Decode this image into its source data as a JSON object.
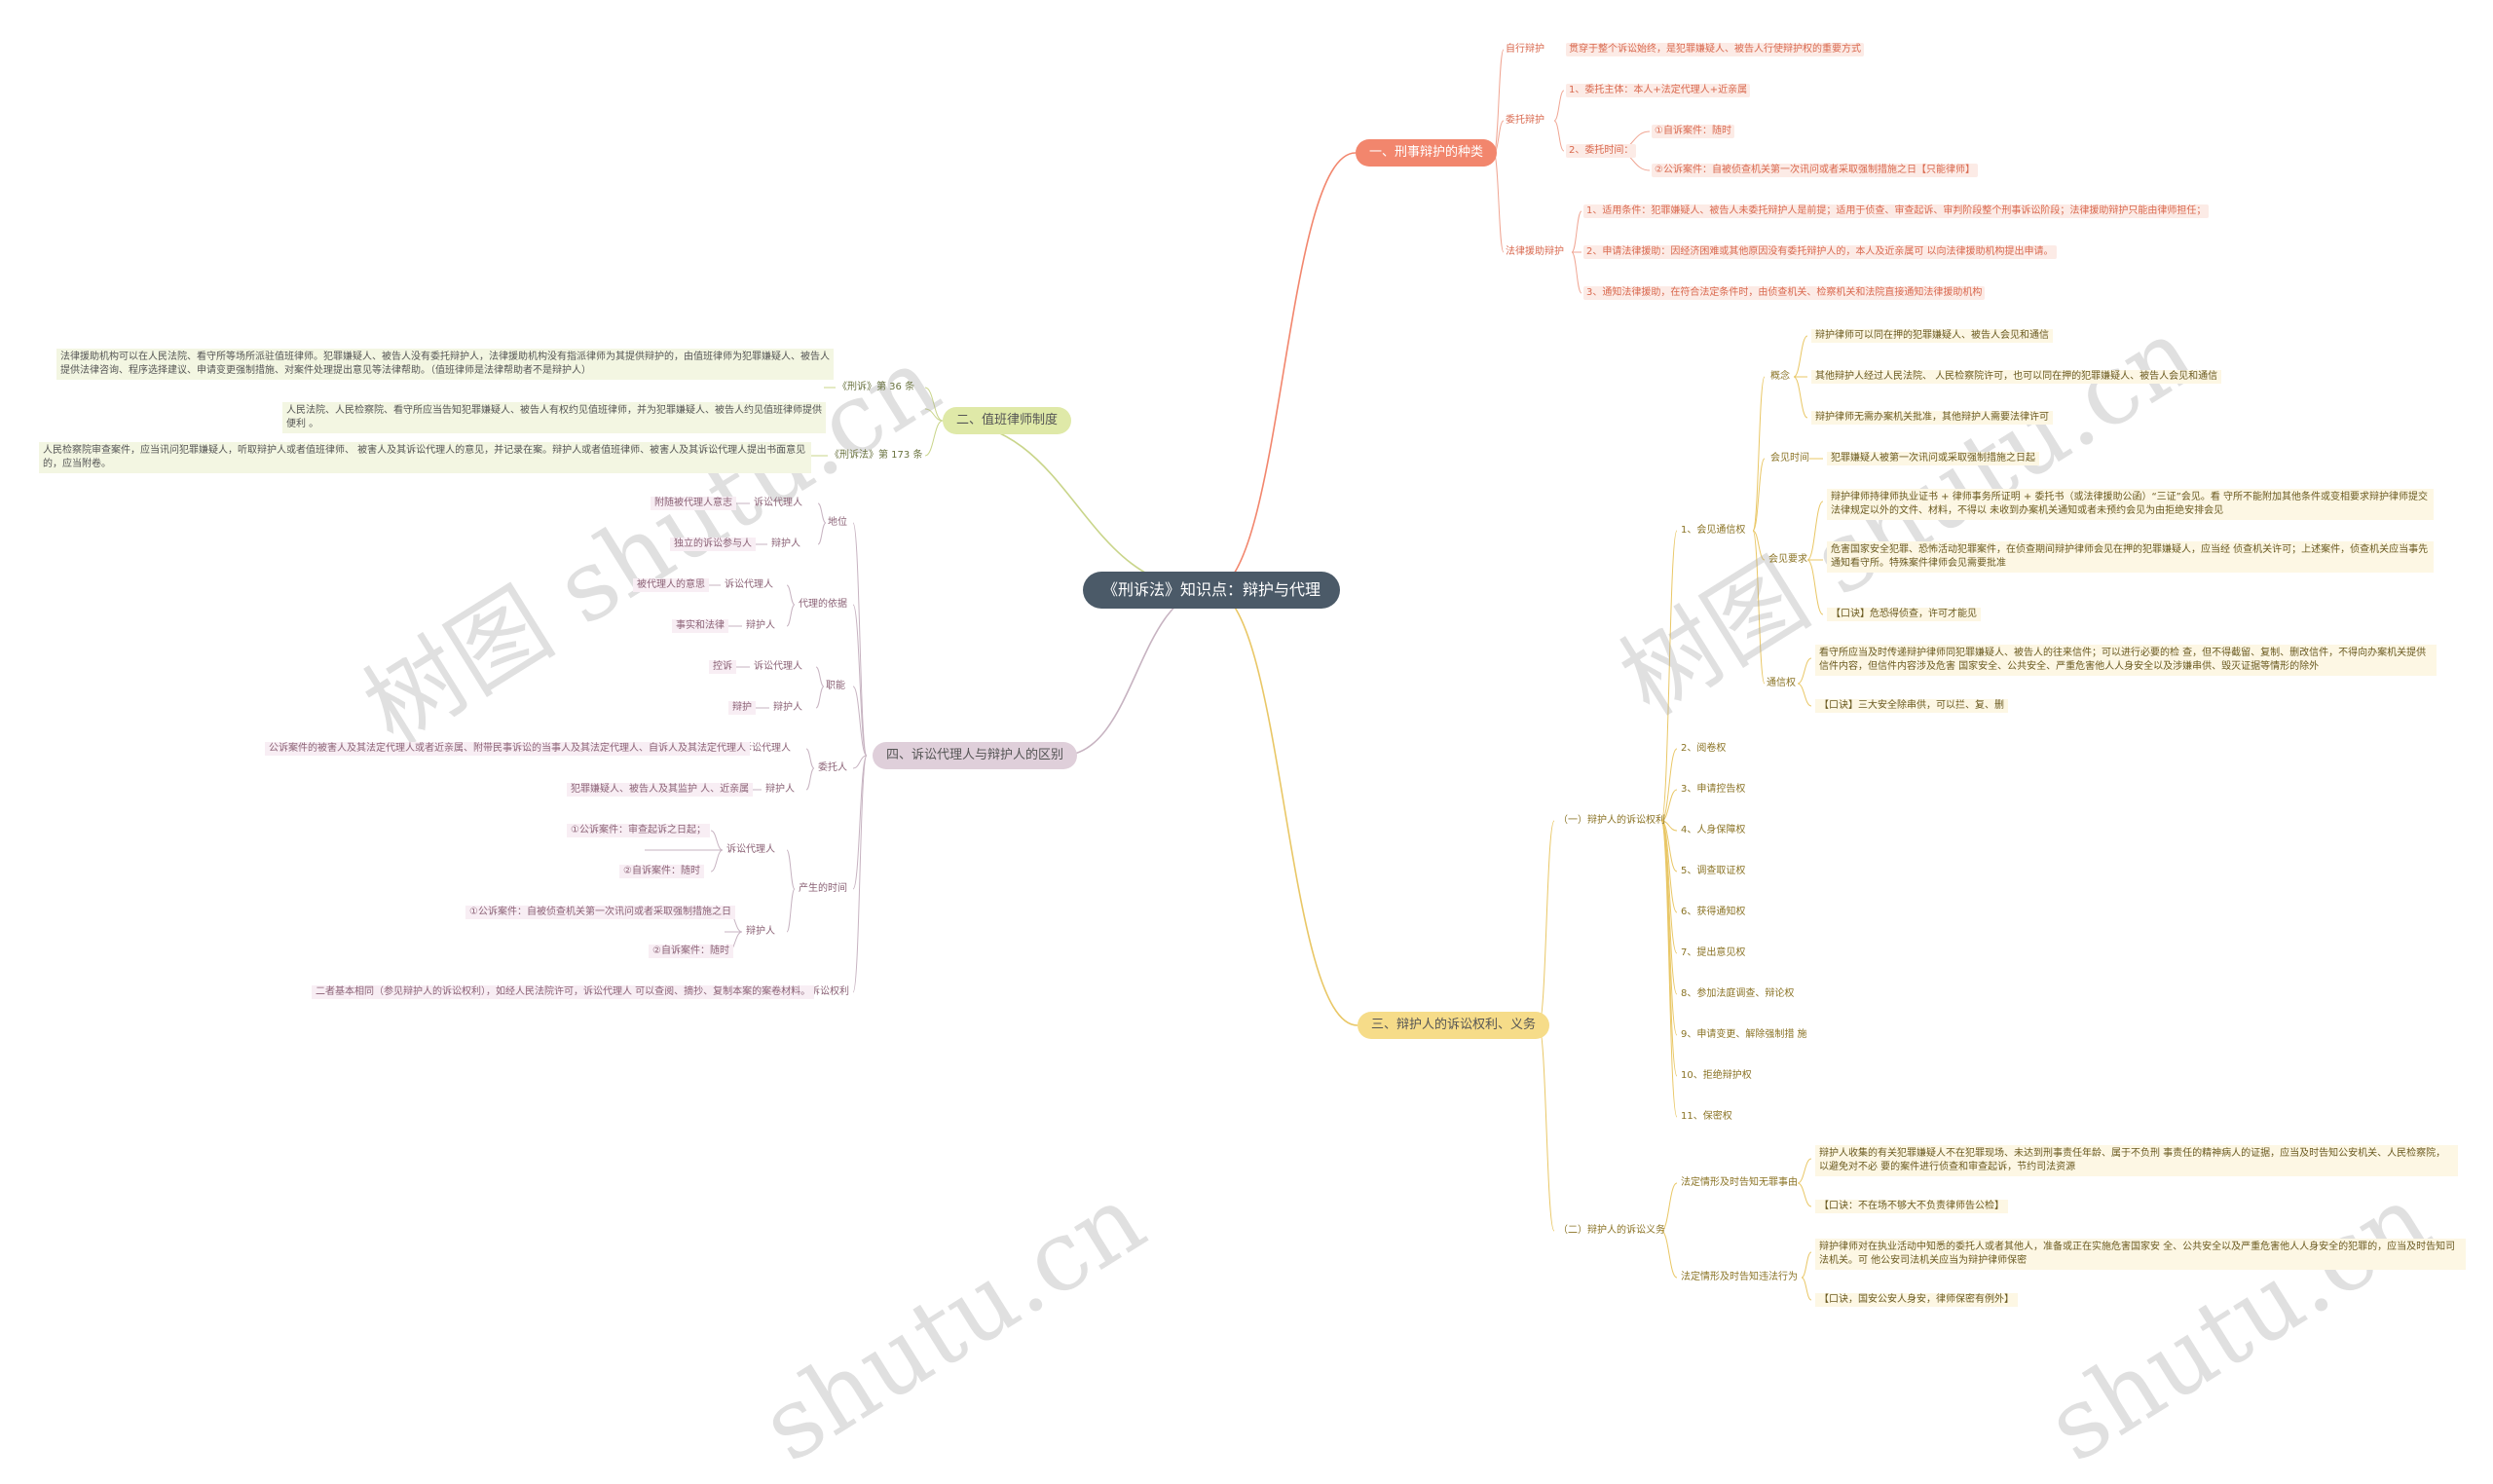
{
  "title": "《刑诉法》知识点：辩护与代理",
  "watermarks": [
    "树图 shutu.cn",
    "树图 shutu.cn",
    "shutu.cn",
    "shutu.cn"
  ],
  "s1": {
    "label": "一、刑事辩护的种类",
    "self": "自行辩护",
    "self_d": "贯穿于整个诉讼始终，是犯罪嫌疑人、被告人行使辩护权的重要方式",
    "ent": "委托辩护",
    "ent_a": "1、委托主体：本人+法定代理人+近亲属",
    "ent_b": "2、委托时间：",
    "ent_b1": "①自诉案件：随时",
    "ent_b2": "②公诉案件：自被侦查机关第一次讯问或者采取强制措施之日【只能律师】",
    "aid": "法律援助辩护",
    "aid_1": "1、适用条件：犯罪嫌疑人、被告人未委托辩护人是前提；适用于侦查、审查起诉、审判阶段整个刑事诉讼阶段；法律援助辩护只能由律师担任；",
    "aid_2": "2、申请法律援助：因经济困难或其他原因没有委托辩护人的，本人及近亲属可 以向法律援助机构提出申请。",
    "aid_3": "3、通知法律援助，在符合法定条件时，由侦查机关、检察机关和法院直接通知法律援助机构"
  },
  "s2": {
    "label": "二、值班律师制度",
    "l1": "《刑诉》第 36 条",
    "t1": "法律援助机构可以在人民法院、看守所等场所派驻值班律师。犯罪嫌疑人、被告人没有委托辩护人，法律援助机构没有指派律师为其提供辩护的，由值班律师为犯罪嫌疑人、被告人提供法律咨询、程序选择建议、申请变更强制措施、对案件处理提出意见等法律帮助。（值班律师是法律帮助者不是辩护人）",
    "t2": "人民法院、人民检察院、看守所应当告知犯罪嫌疑人、被告人有权约见值班律师，并为犯罪嫌疑人、被告人约见值班律师提供便利 。",
    "l3": "《刑诉法》第 173 条",
    "t3": "人民检察院审查案件，应当讯问犯罪嫌疑人，听取辩护人或者值班律师、 被害人及其诉讼代理人的意见，并记录在案。辩护人或者值班律师、被害人及其诉讼代理人提出书面意见的，应当附卷。"
  },
  "s3": {
    "label": "三、辩护人的诉讼权利、义务",
    "rights": "（一）辩护人的诉讼权利",
    "r1": "1、会见通信权",
    "concept": "概念",
    "c1": "辩护律师可以同在押的犯罪嫌疑人、被告人会见和通信",
    "c2": "其他辩护人经过人民法院、 人民检察院许可，也可以同在押的犯罪嫌疑人、被告人会见和通信",
    "c3": "辩护律师无需办案机关批准，其他辩护人需要法律许可",
    "mtime": "会见时间",
    "mt1": "犯罪嫌疑人被第一次讯问或采取强制措施之日起",
    "mreq": "会见要求",
    "mq1": "辩护律师持律师执业证书 + 律师事务所证明 + 委托书（或法律援助公函）“三证”会见。看 守所不能附加其他条件或变相要求辩护律师提交法律规定以外的文件、材料，不得以 未收到办案机关通知或者未预约会见为由拒绝安排会见",
    "mq2": "危害国家安全犯罪、恐怖活动犯罪案件，在侦查期间辩护律师会见在押的犯罪嫌疑人，应当经 侦查机关许可；上述案件，侦查机关应当事先通知看守所。特殊案件律师会见需要批准",
    "mq3": "【口诀】危恐得侦查，许可才能见",
    "comm": "通信权",
    "cm1": "看守所应当及时传递辩护律师同犯罪嫌疑人、被告人的往来信件；可以进行必要的检 查，但不得截留、复制、删改信件，不得向办案机关提供信件内容，但信件内容涉及危害 国家安全、公共安全、严重危害他人人身安全以及涉嫌串供、毁灭证据等情形的除外",
    "cm2": "【口诀】三大安全除串供，可以拦、复、删",
    "r2": "2、阅卷权",
    "r3": "3、申请控告权",
    "r4": "4、人身保障权",
    "r5": "5、调查取证权",
    "r6": "6、获得通知权",
    "r7": "7、提出意见权",
    "r8": "8、参加法庭调查、辩论权",
    "r9": "9、申请变更、解除强制措 施",
    "r10": "10、拒绝辩护权",
    "r11": "11、保密权",
    "duties": "（二）辩护人的诉讼义务",
    "d1": "法定情形及时告知无罪事由",
    "d1a": "辩护人收集的有关犯罪嫌疑人不在犯罪现场、未达到刑事责任年龄、属于不负刑 事责任的精神病人的证据，应当及时告知公安机关、人民检察院，以避免对不必 要的案件进行侦查和审查起诉，节约司法资源",
    "d1b": "【口诀：不在场不够大不负责律师告公检】",
    "d2": "法定情形及时告知违法行为",
    "d2a": "辩护律师对在执业活动中知悉的委托人或者其他人，准备或正在实施危害国家安 全、公共安全以及严重危害他人人身安全的犯罪的，应当及时告知司法机关。可 他公安司法机关应当为辩护律师保密",
    "d2b": "【口诀，国安公安人身安，律师保密有例外】"
  },
  "s4": {
    "label": "四、诉讼代理人与辩护人的区别",
    "pos": "地位",
    "pos_p": "诉讼代理人",
    "pos_p1": "附随被代理人意志",
    "pos_d": "辩护人",
    "pos_d1": "独立的诉讼参与人",
    "basis": "代理的依据",
    "bs_p": "诉讼代理人",
    "bs_p1": "被代理人的意思",
    "bs_d": "辩护人",
    "bs_d1": "事实和法律",
    "duty": "职能",
    "dt_p": "诉讼代理人",
    "dt_p1": "控诉",
    "dt_d": "辩护人",
    "dt_d1": "辩护",
    "cli": "委托人",
    "cl_p": "诉讼代理人",
    "cl_p1": "公诉案件的被害人及其法定代理人或者近亲属、附带民事诉讼的当事人及其法定代理人、自诉人及其法定代理人",
    "cl_d": "辩护人",
    "cl_d1": "犯罪嫌疑人、被告人及其监护 人、近亲属",
    "time": "产生的时间",
    "tm_p": "诉讼代理人",
    "tm_p1": "①公诉案件：审查起诉之日起；",
    "tm_p2": "②自诉案件：随时",
    "tm_d": "辩护人",
    "tm_d1": "①公诉案件：自被侦查机关第一次讯问或者采取强制措施之日",
    "tm_d2": "②自诉案件：随时",
    "rights": "诉讼权利",
    "rg1": "二者基本相同（参见辩护人的诉讼权利），如经人民法院许可，诉讼代理人 可以查阅、摘抄、复制本案的案卷材料。"
  },
  "colors": {
    "root": "#4b5a68",
    "s1": "#f2866d",
    "s2": "#dfe9a8",
    "s3": "#f6dc89",
    "s4": "#dfcfda"
  }
}
